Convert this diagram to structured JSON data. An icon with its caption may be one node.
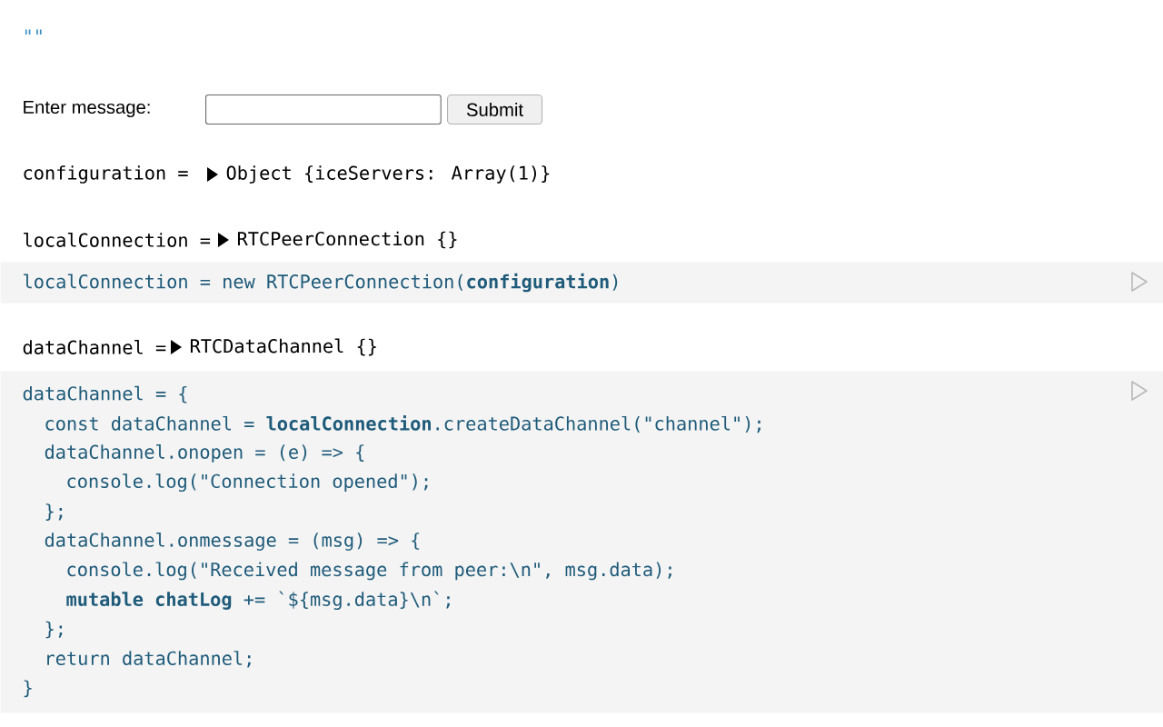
{
  "diagram": {
    "nodes": [
      {
        "text": [],
        "shape": "box"
      },
      {
        "text": [
          "Submit"
        ]
      },
      {
        "text": [
          "localConnection = new RTCPeerConnection(**configuration**)"
        ]
      },
      {
        "text": [
          "dataChannel = {",
          "const dataChannel = **localConnection**.createDataChannel(\"channel\");",
          "dataChannel.onopen = (e) => {",
          "console.log(\"Connection opened\");",
          "};",
          "dataChannel.onmessage = (msg) => {",
          "console.log(\"Received message from peer:\\n\", msg.data);",
          "**mutable chatLog** += `${msg.data}\\n`;",
          "};",
          "return dataChannel;",
          "}"
        ]
      }
    ],
    "edges": [],
    "labels": [
      "\"\"",
      "Enter message:",
      "configuration =",
      "Object {iceServers: Array(1)}",
      "localConnection =",
      "RTCPeerConnection {}",
      "dataChannel =",
      "RTCDataChannel {}"
    ]
  }
}
